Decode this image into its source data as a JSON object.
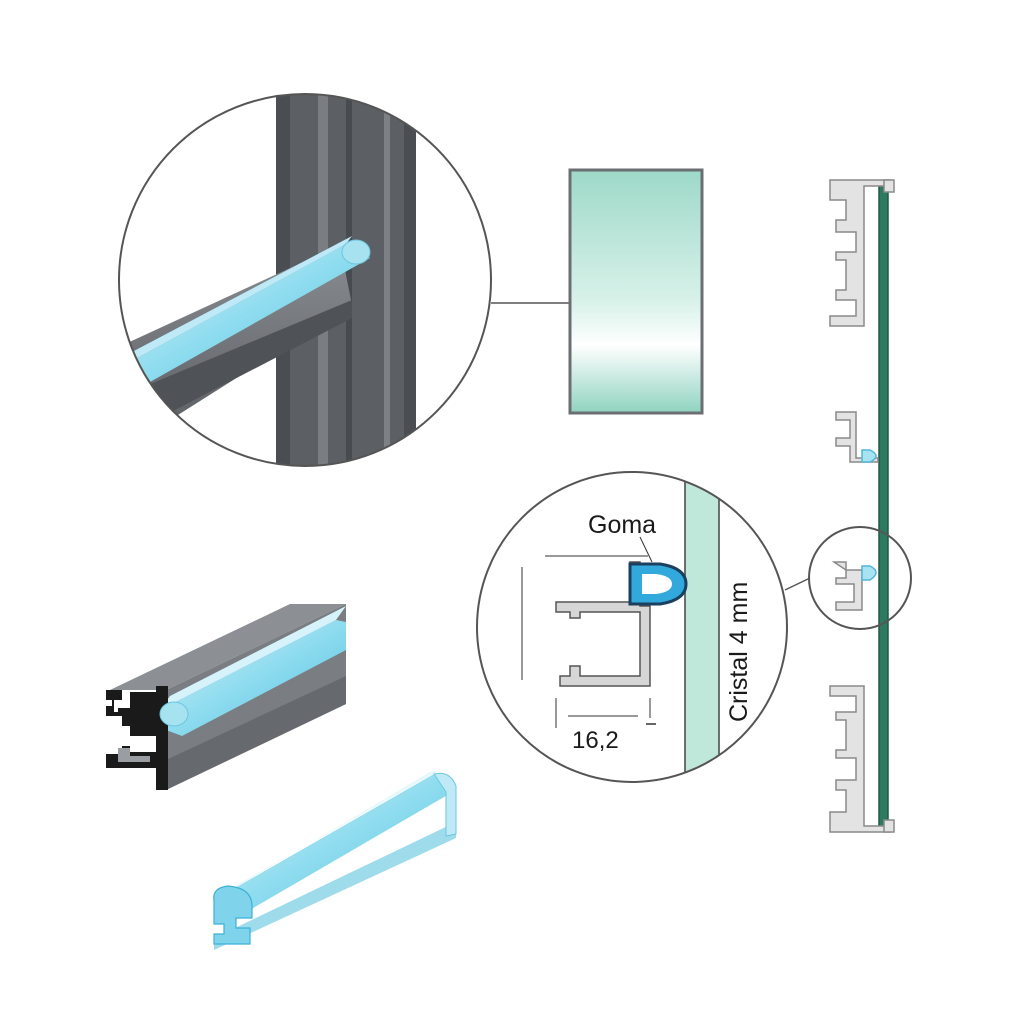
{
  "labels": {
    "gasket": "Goma",
    "glass": "Cristal 4 mm",
    "width": "16,2"
  },
  "colors": {
    "background": "#ffffff",
    "outline": "#555555",
    "aluminium_dark": "#55585c",
    "aluminium_mid": "#707378",
    "aluminium_light": "#9a9da1",
    "profile_cross_section": "#d6d6d6",
    "rubber_blue": "#31a9dd",
    "rubber_light": "#a9e3f2",
    "glass_edge": "#2e7a60",
    "glass_face": "#bfe7da"
  },
  "icons": {
    "gasket_cross_section": "d-shaped-seal-icon",
    "magnifier_detail": "zoom-circle"
  }
}
